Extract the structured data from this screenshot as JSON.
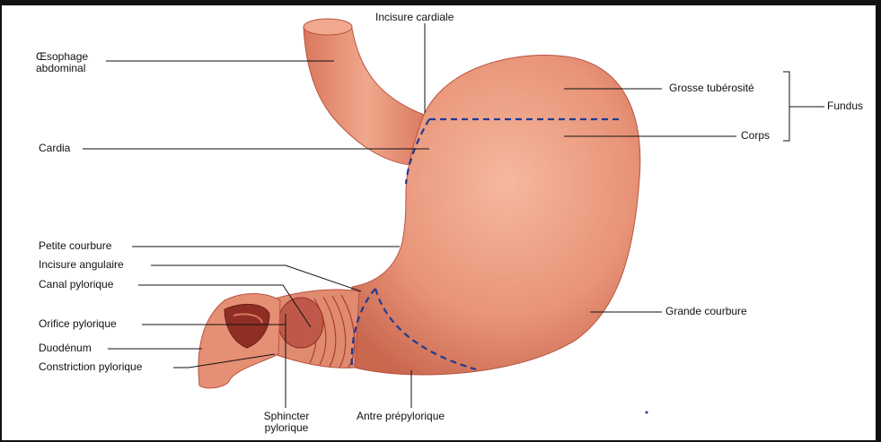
{
  "colors": {
    "tissue": "#E89478",
    "tissue_dark": "#B8533F",
    "tissue_light": "#F4B59A",
    "dashed_line": "#1F3A93",
    "leader": "#111111"
  },
  "labels": {
    "incisure_cardiale": "Incisure cardiale",
    "oesophage_line1": "Œsophage",
    "oesophage_line2": "abdominal",
    "cardia": "Cardia",
    "grosse_tuberosite": "Grosse tubérosité",
    "corps": "Corps",
    "fundus": "Fundus",
    "petite_courbure": "Petite courbure",
    "incisure_angulaire": "Incisure angulaire",
    "canal_pylorique": "Canal pylorique",
    "orifice_pylorique": "Orifice pylorique",
    "duodenum": "Duodénum",
    "constriction_pylorique": "Constriction pylorique",
    "grande_courbure": "Grande courbure",
    "sphincter_line1": "Sphincter",
    "sphincter_line2": "pylorique",
    "antre_prepylorique": "Antre prépylorique"
  }
}
